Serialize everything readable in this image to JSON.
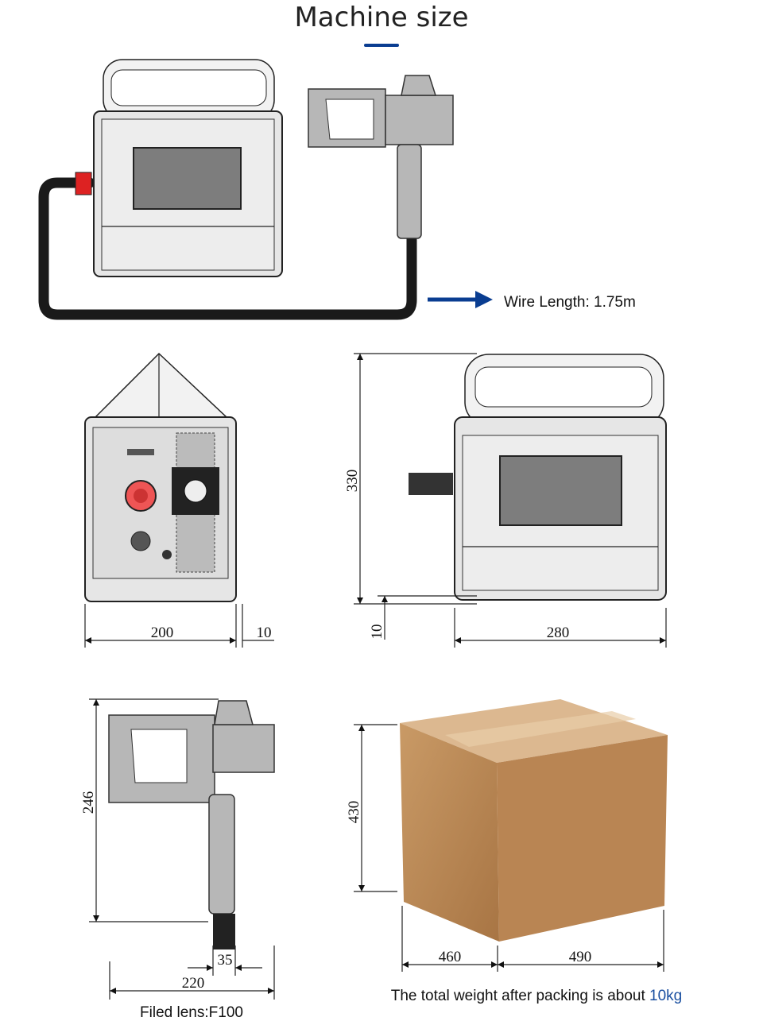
{
  "header": {
    "title": "Machine size",
    "accent_color": "#0a3d91"
  },
  "wire": {
    "label": "Wire Length: 1.75m"
  },
  "side_view": {
    "width_dim": "200",
    "offset_dim": "10"
  },
  "front_view": {
    "height_dim": "330",
    "foot_dim": "10",
    "width_dim": "280"
  },
  "gun_view": {
    "height_dim": "246",
    "grip_dim": "35",
    "width_dim": "220",
    "caption": "Filed lens:F100"
  },
  "package": {
    "height_dim": "430",
    "depth_dim": "460",
    "width_dim": "490",
    "weight_text": "The total weight after packing is about ",
    "weight_value": "10kg",
    "weight_color": "#1a4fa0"
  }
}
